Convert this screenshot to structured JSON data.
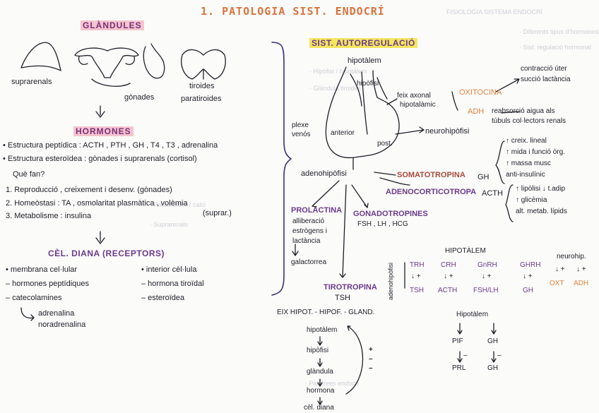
{
  "title": "1. PATOLOGIA SIST. ENDOCRÍ",
  "glandules": {
    "header": "GLÀNDULES",
    "labels": {
      "suprarenals": "suprarenals",
      "gonades": "gònades",
      "tiroides": "tiroides",
      "paratiroides": "paratiroides"
    }
  },
  "hormones": {
    "header": "HORMONES",
    "items": [
      "• Estructura peptídica : ACTH , PTH , GH , T4 , T3 , adrenalina",
      "• Estructura esteroïdea : gònades i suprarenals (cortisol)"
    ],
    "question": "Què fan?",
    "functions": [
      "1. Reproducció , creixement i desenv. (gònades)",
      "2. Homeòstasi : TA , osmolaritat plasmàtica , volèmia",
      "(suprar.)",
      "3. Metabolisme : insulina"
    ]
  },
  "cel_diana": {
    "header": "CÈL. DIANA (RECEPTORS)",
    "left": [
      "• membrana cel·lular",
      "– hormones peptídiques",
      "– catecolamines"
    ],
    "right": [
      "• interior cèl·lula",
      "– hormona tiroïdal",
      "– esteroïdea"
    ],
    "sub": [
      "adrenalina",
      "noradrenalina"
    ]
  },
  "autoregulacio": {
    "header": "SIST. AUTOREGULACIÓ",
    "hipotalem": "hipotàlem",
    "hipofisi": "hipòfisi",
    "plexe": "plexe",
    "venos": "venós",
    "anterior": "anterior",
    "post": "post.",
    "feix": "feix axonal",
    "feix2": "hipotalàmic",
    "neurohipofisi": "neurohipòfisi",
    "oxitocina": "OXITOCINA",
    "adh": "ADH",
    "oxi_effects": [
      "contracció úter",
      "succió lactància"
    ],
    "adh_effects": [
      "reabsorció aigua als",
      "túbuls col·lectors renals"
    ],
    "adenohipofisi": "adenohipòfisi",
    "somato": "SOMATOTROPINA",
    "gh": "GH",
    "gh_effects": [
      "↑ creix. lineal",
      "↑ mida i funció òrg.",
      "↑ massa musc",
      "anti-insulínic"
    ],
    "adreno": "ADENOCORTICOTROPA",
    "acth": "ACTH",
    "acth_effects": [
      "↑ lipòlisi ↓ t.adip",
      "↑ glicèmia",
      "alt. metab. lípids"
    ],
    "prolactina": "PROLACTINA",
    "prl_effects": [
      "alliberació",
      "estrògens i",
      "lactància"
    ],
    "galactorrea": "galactorrea",
    "gonado": "GONADOTROPINES",
    "gonado_sub": "FSH , LH , HCG",
    "tiro": "TIROTROPINA",
    "tsh": "TSH"
  },
  "hipotalem_table": {
    "header": "HIPOTÀLEM",
    "side_label": "adenohipòfisi",
    "top": [
      "TRH",
      "CRH",
      "GnRH",
      "GHRH"
    ],
    "bottom": [
      "TSH",
      "ACTH",
      "FSH/LH",
      "GH"
    ],
    "neuro": "neurohip.",
    "neuro_bottom": [
      "OXT",
      "ADH"
    ],
    "arrows": "↓ +"
  },
  "eix": {
    "header": "EIX HIPOT. - HIPOF. - GLAND.",
    "chain": [
      "hipotàlem",
      "hipòfisi",
      "glàndula",
      "hormona",
      "cèl. diana"
    ],
    "signs": [
      "+",
      "–",
      "–"
    ]
  },
  "prl_gh": {
    "header": "Hipotàlem",
    "left": [
      "PIF",
      "PRL"
    ],
    "right": [
      "GH",
      "GH"
    ],
    "minus": "–"
  },
  "ghost_lines": [
    "FISIOLOGIA SISTEMA ENDOCRÍ",
    "· Diferents tipus d'hormones",
    "· Sist. regulació hormonal",
    "· Hipòfisi / hipotàlem",
    "· Glàndula tiroides",
    "· Paratiroides / calci",
    "· Suprarenals",
    "· Pàncrees endocrí"
  ]
}
